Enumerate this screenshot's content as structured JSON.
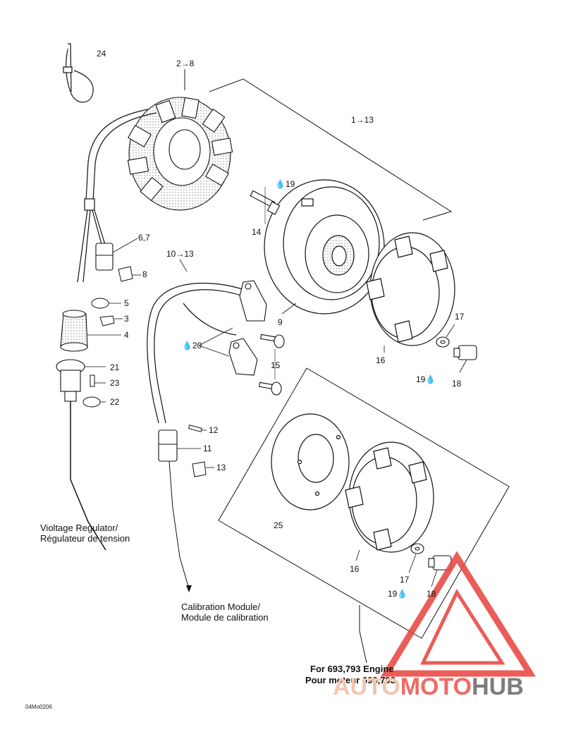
{
  "labels": {
    "l24": "24",
    "l2to8": "2→8",
    "l1to13": "1→13",
    "l19a": "19",
    "l14": "14",
    "l67": "6,7",
    "l10to13": "10→13",
    "l8": "8",
    "l5": "5",
    "l3": "3",
    "l4": "4",
    "l9": "9",
    "l20": "20",
    "l17a": "17",
    "l15": "15",
    "l16a": "16",
    "l19b": "19",
    "l18a": "18",
    "l21": "21",
    "l23": "23",
    "l22": "22",
    "l12": "12",
    "l11": "11",
    "l13": "13",
    "l25": "25",
    "l16b": "16",
    "l17b": "17",
    "l19c": "19",
    "l18b": "18"
  },
  "captions": {
    "voltage_en": "Violtage Regulator/",
    "voltage_fr": "Régulateur de tension",
    "calib_en": "Calibration Module/",
    "calib_fr": "Module de calibration",
    "engine_en": "For 693,793 Engine",
    "engine_fr": "Pour moteur 693,793"
  },
  "doc_code": "04Mo0206",
  "watermark": {
    "part1": "AUTO",
    "part2": "MOTO",
    "part3": "HUB"
  },
  "colors": {
    "watermark_red": "#e8413c",
    "watermark_peach": "#f2c7b2",
    "watermark_gray": "#7c7c7c"
  },
  "icons": [
    "loctite-drop-icon"
  ]
}
